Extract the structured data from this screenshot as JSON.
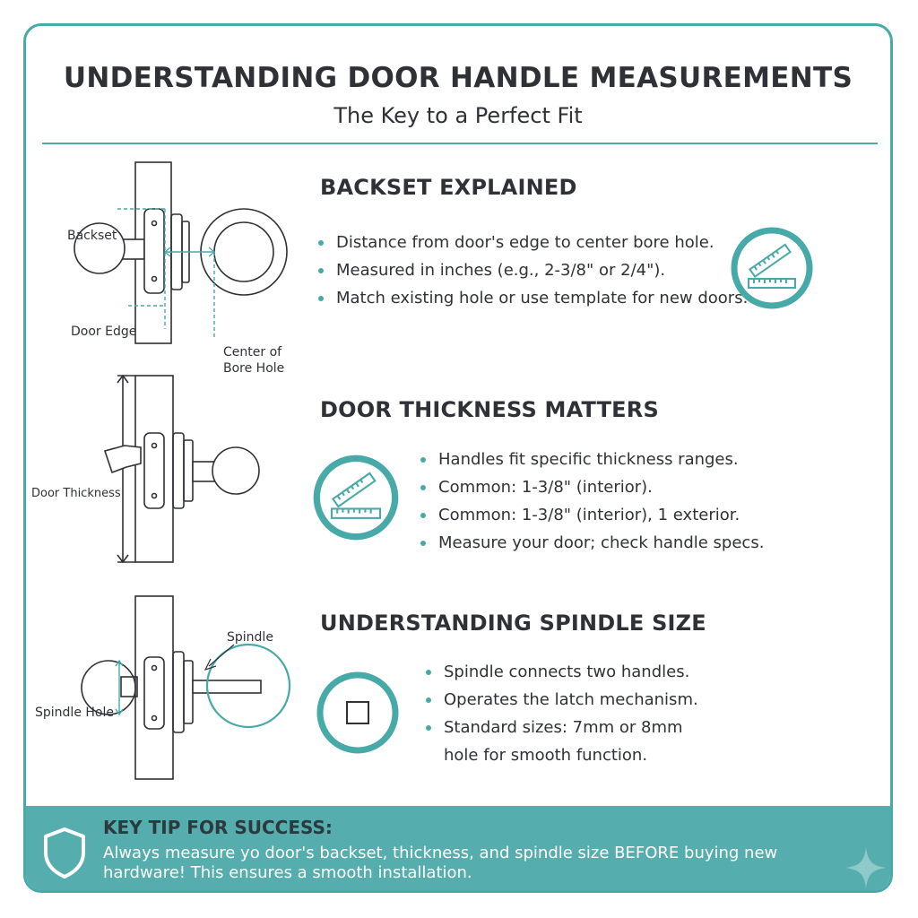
{
  "header": {
    "title": "UNDERSTANDING DOOR HANDLE MEASUREMENTS",
    "subtitle": "The Key to a Perfect Fit"
  },
  "sections": [
    {
      "title": "BACKSET EXPLAINED",
      "bullets": [
        "Distance from door's edge to center bore hole.",
        "Measured in inches (e.g., 2-3/8\" or 2/4\").",
        "Match existing hole or use template for new doors."
      ],
      "icon": "ruler-icon",
      "diagram_labels": [
        "Backset",
        "Door Edge",
        "Center of",
        "Bore Hole"
      ]
    },
    {
      "title": "DOOR THICKNESS MATTERS",
      "bullets": [
        "Handles fit specific thickness ranges.",
        "Common: 1-3/8\" (interior).",
        "Common: 1-3/8\" (interior), 1 exterior.",
        "Measure your door; check handle specs."
      ],
      "icon": "ruler-icon",
      "diagram_labels": [
        "Door Thickness"
      ]
    },
    {
      "title": "UNDERSTANDING SPINDLE SIZE",
      "bullets": [
        "Spindle connects two handles.",
        "Operates the latch mechanism.",
        "Standard sizes: 7mm or 8mm"
      ],
      "continuation": "hole for smooth function.",
      "icon": "square-spindle-icon",
      "diagram_labels": [
        "Spindle",
        "Spindle Hole"
      ]
    }
  ],
  "footer": {
    "title": "KEY TIP FOR SUCCESS:",
    "text": "Always measure yo door's backset, thickness, and spindle size BEFORE buying new hardware! This ensures a smooth installation.",
    "icon": "shield-icon",
    "accent_icon": "sparkle-icon"
  },
  "colors": {
    "accent": "#48a9a9",
    "footer_bg": "#56adad",
    "text": "#2f3136"
  }
}
